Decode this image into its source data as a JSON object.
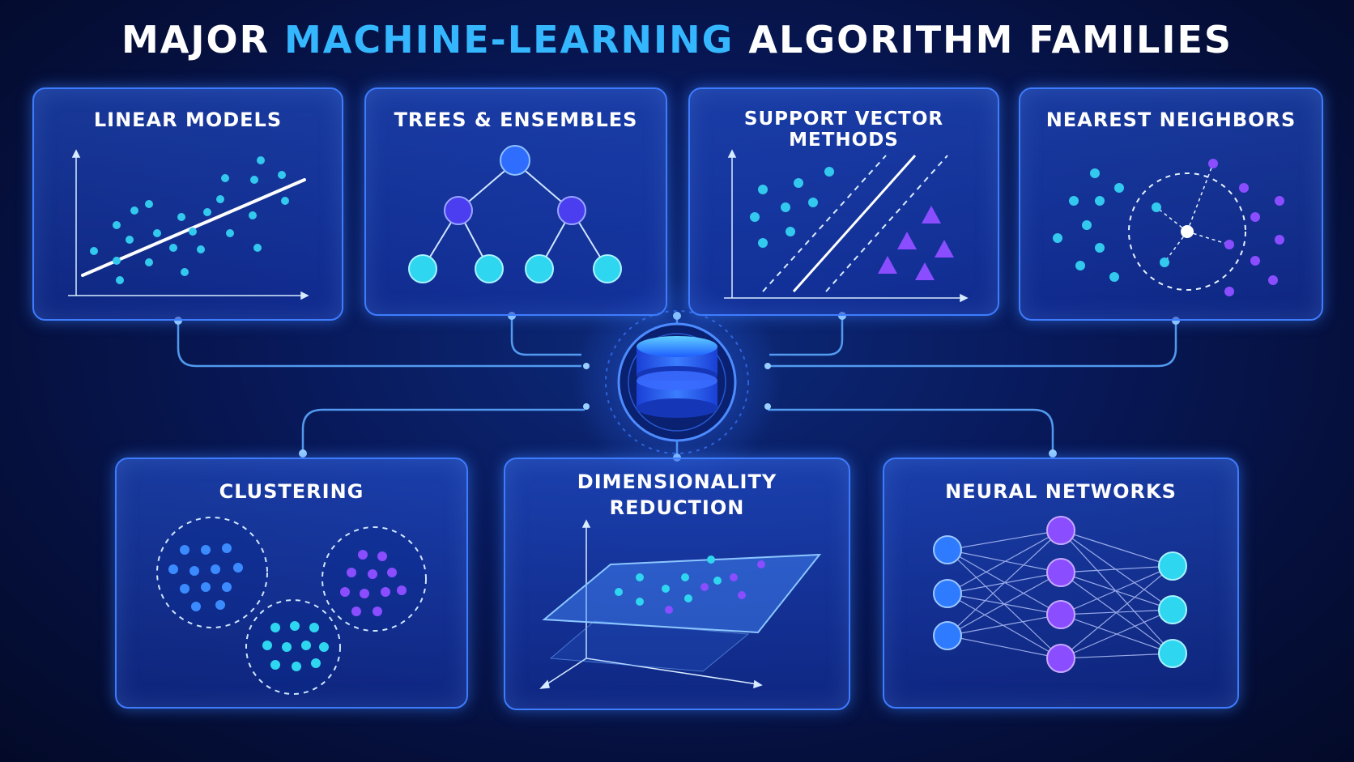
{
  "title": {
    "part1": "MAJOR ",
    "part2": "MACHINE-LEARNING",
    "part3": " ALGORITHM FAMILIES"
  },
  "cards": [
    {
      "id": "linear-models",
      "label": "LINEAR MODELS"
    },
    {
      "id": "trees-ensembles",
      "label": "TREES & ENSEMBLES"
    },
    {
      "id": "support-vector-methods",
      "label": "SUPPORT VECTOR METHODS"
    },
    {
      "id": "nearest-neighbors",
      "label": "NEAREST NEIGHBORS"
    },
    {
      "id": "clustering",
      "label": "CLUSTERING"
    },
    {
      "id": "dimensionality-reduction",
      "label_line1": "DIMENSIONALITY",
      "label_line2": "REDUCTION"
    },
    {
      "id": "neural-networks",
      "label": "NEURAL NETWORKS"
    }
  ],
  "center_icon": "database-icon",
  "colors": {
    "accent": "#35b7ff",
    "card_border": "#3e7cff",
    "cyan": "#2fd6f0",
    "blue": "#2f6dff",
    "purple": "#8a4dff"
  }
}
